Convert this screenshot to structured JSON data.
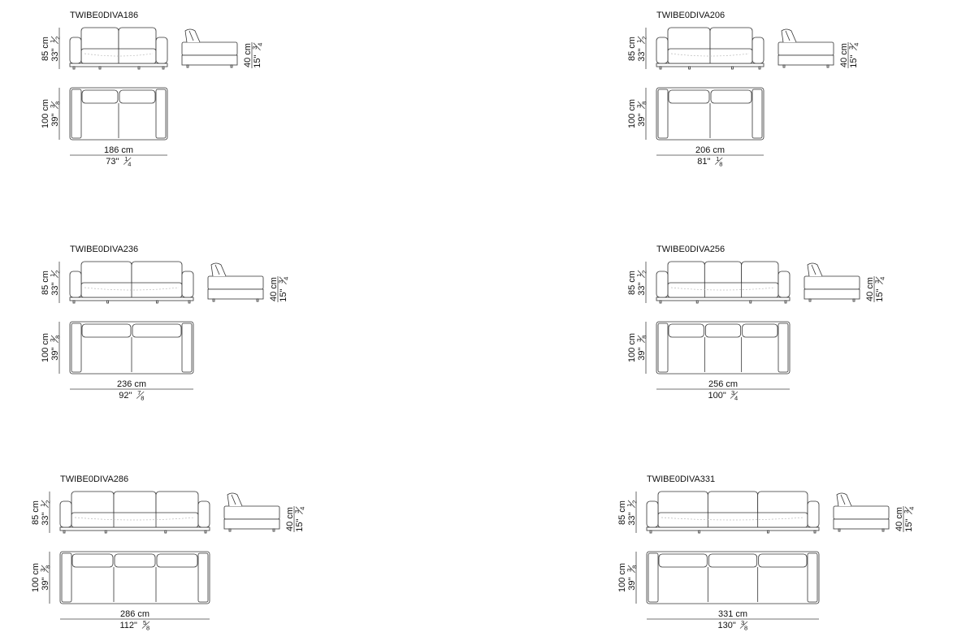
{
  "sheet_title": "",
  "units": {
    "cm": "cm",
    "inch": "\""
  },
  "models": [
    {
      "code": "TWIBE0DIVA186",
      "cushions": 2,
      "height": {
        "cm": "85",
        "in_whole": "33",
        "in_num": "1",
        "in_den": "2"
      },
      "seat": {
        "cm": "40",
        "in_whole": "15",
        "in_num": "3",
        "in_den": "4"
      },
      "depth": {
        "cm": "100",
        "in_whole": "39",
        "in_num": "3",
        "in_den": "8"
      },
      "width": {
        "cm": "186",
        "in_whole": "73",
        "in_num": "1",
        "in_den": "4"
      }
    },
    {
      "code": "TWIBE0DIVA206",
      "cushions": 2,
      "height": {
        "cm": "85",
        "in_whole": "33",
        "in_num": "1",
        "in_den": "2"
      },
      "seat": {
        "cm": "40",
        "in_whole": "15",
        "in_num": "3",
        "in_den": "4"
      },
      "depth": {
        "cm": "100",
        "in_whole": "39",
        "in_num": "3",
        "in_den": "8"
      },
      "width": {
        "cm": "206",
        "in_whole": "81",
        "in_num": "1",
        "in_den": "8"
      }
    },
    {
      "code": "TWIBE0DIVA236",
      "cushions": 2,
      "height": {
        "cm": "85",
        "in_whole": "33",
        "in_num": "1",
        "in_den": "2"
      },
      "seat": {
        "cm": "40",
        "in_whole": "15",
        "in_num": "3",
        "in_den": "4"
      },
      "depth": {
        "cm": "100",
        "in_whole": "39",
        "in_num": "3",
        "in_den": "8"
      },
      "width": {
        "cm": "236",
        "in_whole": "92",
        "in_num": "7",
        "in_den": "8"
      }
    },
    {
      "code": "TWIBE0DIVA256",
      "cushions": 3,
      "height": {
        "cm": "85",
        "in_whole": "33",
        "in_num": "1",
        "in_den": "2"
      },
      "seat": {
        "cm": "40",
        "in_whole": "15",
        "in_num": "3",
        "in_den": "4"
      },
      "depth": {
        "cm": "100",
        "in_whole": "39",
        "in_num": "3",
        "in_den": "8"
      },
      "width": {
        "cm": "256",
        "in_whole": "100",
        "in_num": "3",
        "in_den": "4"
      }
    },
    {
      "code": "TWIBE0DIVA286",
      "cushions": 3,
      "height": {
        "cm": "85",
        "in_whole": "33",
        "in_num": "1",
        "in_den": "2"
      },
      "seat": {
        "cm": "40",
        "in_whole": "15",
        "in_num": "3",
        "in_den": "4"
      },
      "depth": {
        "cm": "100",
        "in_whole": "39",
        "in_num": "3",
        "in_den": "8"
      },
      "width": {
        "cm": "286",
        "in_whole": "112",
        "in_num": "5",
        "in_den": "8"
      }
    },
    {
      "code": "TWIBE0DIVA331",
      "cushions": 3,
      "height": {
        "cm": "85",
        "in_whole": "33",
        "in_num": "1",
        "in_den": "2"
      },
      "seat": {
        "cm": "40",
        "in_whole": "15",
        "in_num": "3",
        "in_den": "4"
      },
      "depth": {
        "cm": "100",
        "in_whole": "39",
        "in_num": "3",
        "in_den": "8"
      },
      "width": {
        "cm": "331",
        "in_whole": "130",
        "in_num": "3",
        "in_den": "8"
      }
    }
  ]
}
